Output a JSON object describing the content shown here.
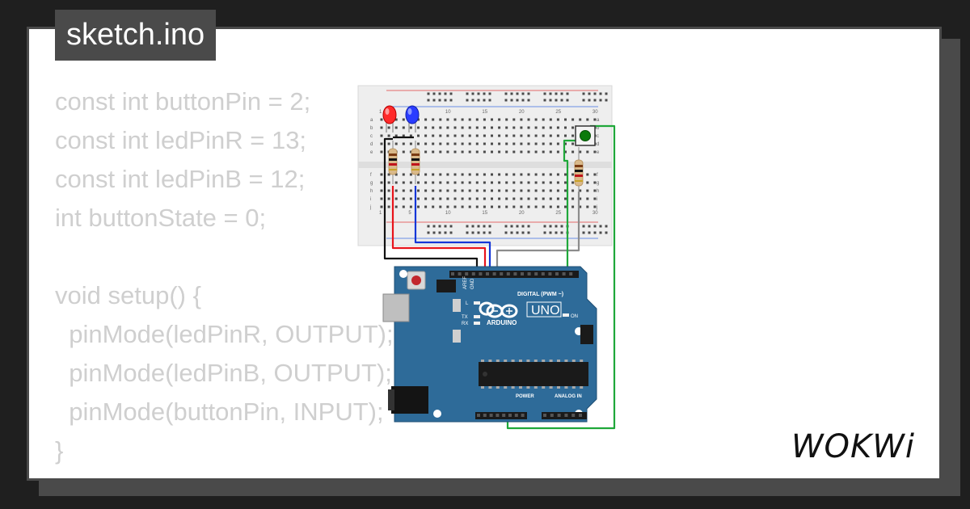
{
  "header": {
    "title": "sketch.ino"
  },
  "code_lines": [
    "const int buttonPin = 2;",
    "const int ledPinR = 13;",
    "const int ledPinB = 12;",
    "int buttonState = 0;",
    "",
    "void setup() {",
    "  pinMode(ledPinR, OUTPUT);",
    "  pinMode(ledPinB, OUTPUT);",
    "  pinMode(buttonPin, INPUT);",
    "}"
  ],
  "breadboard": {
    "column_numbers": [
      "1",
      "5",
      "10",
      "15",
      "20",
      "25",
      "30"
    ],
    "row_letters_top": [
      "a",
      "b",
      "c",
      "d",
      "e"
    ],
    "row_letters_bottom": [
      "f",
      "g",
      "h",
      "i",
      "j"
    ]
  },
  "arduino": {
    "model": "UNO",
    "brand": "ARDUINO",
    "digital_header_label": "DIGITAL (PWM ~)",
    "power_label": "POWER",
    "analog_label": "ANALOG IN",
    "aref_label": "AREF",
    "gnd_label": "GND",
    "tx_label": "TX",
    "rx_label": "RX",
    "l_label": "L",
    "on_label": "ON"
  },
  "brand": {
    "logo_text": "WOKWi"
  },
  "colors": {
    "background": "#1f1f1f",
    "card": "#ffffff",
    "tab": "#4a4a4a",
    "code_text": "#cfcfcf",
    "arduino_board": "#2e6b99",
    "wire_red": "#e8141b",
    "wire_blue": "#1436d8",
    "wire_green": "#1fa83a",
    "wire_black": "#111111",
    "wire_gray": "#8c8c8c",
    "led_red": "#ff2a2a",
    "led_blue": "#2a3cff",
    "button_green": "#0b7a0b"
  }
}
